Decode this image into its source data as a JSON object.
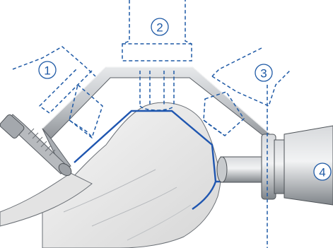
{
  "callouts": [
    {
      "id": "1",
      "label": "1"
    },
    {
      "id": "2",
      "label": "2"
    },
    {
      "id": "3",
      "label": "3"
    },
    {
      "id": "4",
      "label": "4"
    }
  ],
  "colors": {
    "dashed": "#1f5aa6",
    "cut_line": "#1f56b0",
    "metal": "#c9ccd0",
    "metal_dark": "#8a8e93",
    "bone": "#e9e9e9",
    "outline": "#555a60"
  }
}
